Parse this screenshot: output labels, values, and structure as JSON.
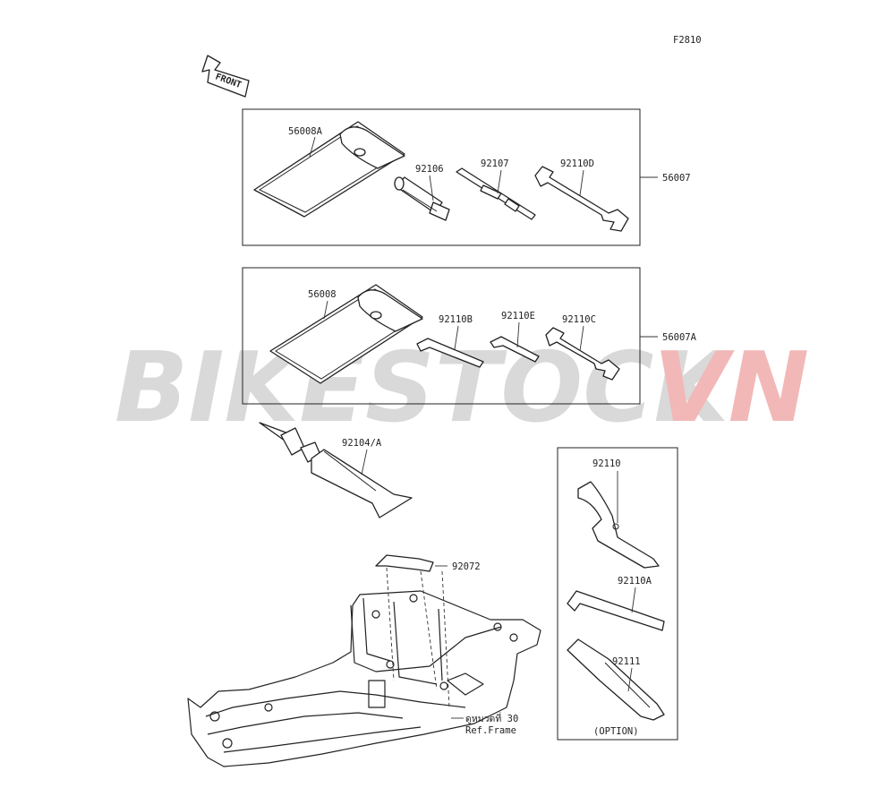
{
  "figure_code": "F2810",
  "front_label": "FRONT",
  "watermark": {
    "part1": "BIKESTOCK",
    "part2": "VN",
    "color1": "#d9d9d9",
    "color2": "#f2b8b8"
  },
  "kit_upper": {
    "kit_number": "56007",
    "parts": {
      "pouch": "56008A",
      "plug_tool": "92106",
      "driver": "92107",
      "wrench": "92110D"
    }
  },
  "kit_lower": {
    "kit_number": "56007A",
    "parts": {
      "pouch": "56008",
      "hex_key_b": "92110B",
      "hex_key_e": "92110E",
      "wrench_c": "92110C"
    }
  },
  "repair_kit": "92104/A",
  "strap": "92072",
  "frame_ref": {
    "line1": "ดูหมวดที่ 30",
    "line2": "Ref.Frame"
  },
  "option_box": {
    "spanner": "92110",
    "hex_key": "92110A",
    "handle": "92111",
    "caption": "(OPTION)"
  }
}
